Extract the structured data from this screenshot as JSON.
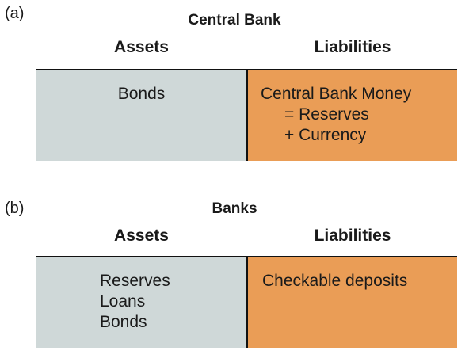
{
  "panel_a": {
    "label": "(a)",
    "title": "Central Bank",
    "assets_header": "Assets",
    "liabilities_header": "Liabilities",
    "assets": [
      "Bonds"
    ],
    "liabilities": [
      "Central Bank Money",
      "= Reserves",
      "+ Currency"
    ]
  },
  "panel_b": {
    "label": "(b)",
    "title": "Banks",
    "assets_header": "Assets",
    "liabilities_header": "Liabilities",
    "assets": [
      "Reserves",
      "Loans",
      "Bonds"
    ],
    "liabilities": [
      "Checkable deposits"
    ]
  },
  "colors": {
    "assets_fill": "#cfd8d8",
    "liabilities_fill": "#ea9d56",
    "rule": "#111111"
  }
}
